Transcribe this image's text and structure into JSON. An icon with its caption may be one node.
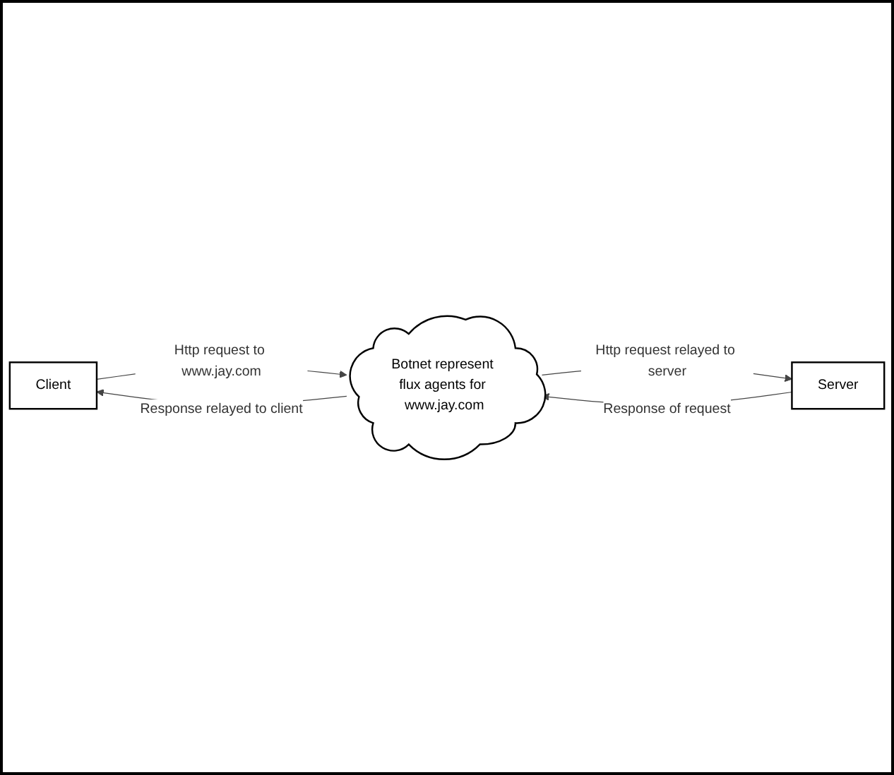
{
  "diagram": {
    "nodes": [
      {
        "text": [
          "Client"
        ]
      },
      {
        "text": [
          "Botnet represent flux agents for www.jay.com"
        ]
      },
      {
        "text": [
          "Server"
        ]
      }
    ],
    "edges": [
      {
        "from": 0,
        "to": 1,
        "arrow": "to",
        "label": "Http request to www.jay.com"
      },
      {
        "from": 1,
        "to": 2,
        "arrow": "to",
        "label": "Http request relayed to server"
      },
      {
        "from": 2,
        "to": 1,
        "arrow": "to",
        "label": "Response of request"
      },
      {
        "from": 1,
        "to": 0,
        "arrow": "to",
        "label": "Response relayed to client"
      }
    ]
  }
}
